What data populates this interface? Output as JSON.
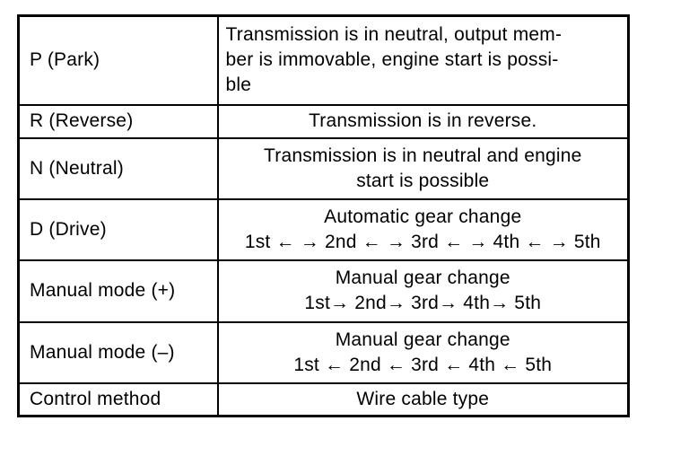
{
  "document": {
    "type": "transmission-shift-position-table",
    "colors": {
      "background": "#ffffff",
      "border": "#000000",
      "text": "#000000"
    },
    "table": {
      "columns": [
        "shift_position",
        "description"
      ],
      "rows": [
        {
          "label": "P (Park)",
          "lines": [
            "Transmission is in neutral, output mem-",
            "ber is immovable, engine start is possi-",
            "ble"
          ]
        },
        {
          "label": "R (Reverse)",
          "lines": [
            "Transmission is in reverse."
          ]
        },
        {
          "label": "N (Neutral)",
          "lines": [
            "Transmission is in neutral and engine",
            "start is possible"
          ]
        },
        {
          "label": "D (Drive)",
          "lines": [
            "Automatic gear change",
            "1st ← → 2nd ← → 3rd ← → 4th ← → 5th"
          ]
        },
        {
          "label": "Manual mode (+)",
          "lines": [
            "Manual gear change",
            "1st→ 2nd→ 3rd→ 4th→ 5th"
          ]
        },
        {
          "label": "Manual mode (–)",
          "lines": [
            "Manual gear change",
            "1st ← 2nd ← 3rd ← 4th ← 5th"
          ]
        },
        {
          "label": "Control method",
          "lines": [
            "Wire cable type"
          ]
        }
      ]
    }
  }
}
